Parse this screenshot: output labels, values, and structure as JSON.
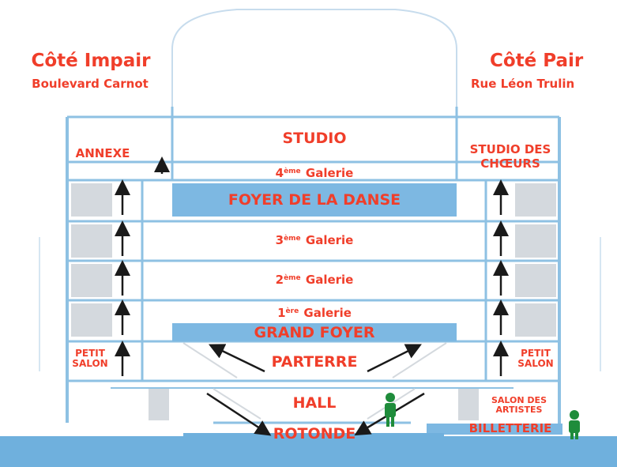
{
  "diagram": {
    "left_side": {
      "title": "Côté Impair",
      "subtitle": "Boulevard Carnot"
    },
    "right_side": {
      "title": "Côté Pair",
      "subtitle": "Rue Léon Trulin"
    },
    "rooms": {
      "studio": "STUDIO",
      "annexe": "ANNEXE",
      "studio_des_choeurs": "STUDIO DES CHŒURS",
      "foyer_de_la_danse": "FOYER DE LA DANSE",
      "grand_foyer": "GRAND FOYER",
      "parterre": "PARTERRE",
      "hall": "HALL",
      "rotonde": "ROTONDE",
      "petit_salon": "PETIT SALON",
      "salon_des_artistes": "SALON DES ARTISTES",
      "billetterie": "BILLETTERIE"
    },
    "galleries": [
      {
        "ordinal": "4",
        "suffix": "ème",
        "label": "Galerie"
      },
      {
        "ordinal": "3",
        "suffix": "ème",
        "label": "Galerie"
      },
      {
        "ordinal": "2",
        "suffix": "ème",
        "label": "Galerie"
      },
      {
        "ordinal": "1",
        "suffix": "ère",
        "label": "Galerie"
      }
    ],
    "colors": {
      "text_red": "#f03e2a",
      "structure_blue": "#8ec1e3",
      "fill_blue": "#7db8e2",
      "ground_blue": "#6fb0dd",
      "stair_gray": "#d4d9de",
      "person_green": "#1f8c3b",
      "arrow": "#1a1a1a"
    }
  }
}
